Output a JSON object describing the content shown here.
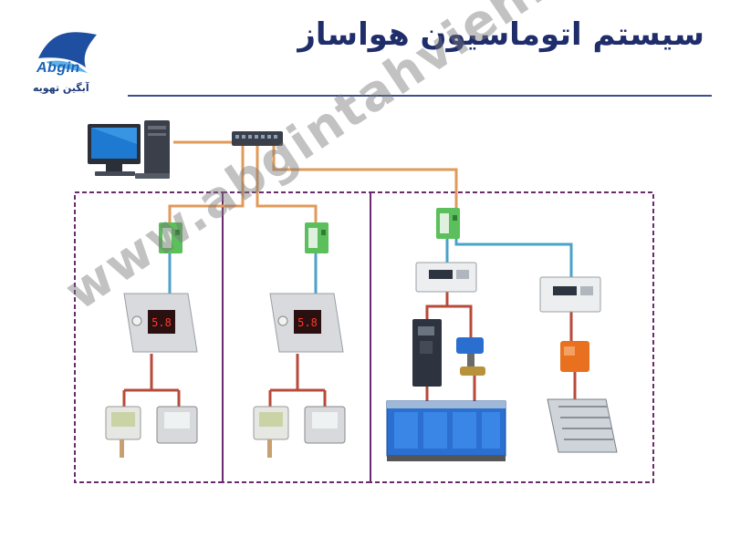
{
  "header": {
    "title": "سیستم اتوماسیون هواساز"
  },
  "logo": {
    "wordmark": "Abgin",
    "subtitle": "آبگین تهویه"
  },
  "watermark": {
    "text": "www.abgintahvieh.com"
  },
  "colors": {
    "title": "#1f2d6b",
    "ethernet_link": "#e09a5a",
    "bus_link": "#4aa3c8",
    "sensor_link": "#b84a3a",
    "zone_border": "#6b2a6e"
  },
  "devices": {
    "pc": "computer-icon",
    "switch": "network-switch-icon",
    "gateways": [
      "din-gateway-icon",
      "din-gateway-icon",
      "din-gateway-icon"
    ],
    "room_panels": [
      "room-controller-icon",
      "room-controller-icon"
    ],
    "panel_readout": "5.8",
    "sensors": [
      "temp-humidity-sensor-icon",
      "temp-humidity-sensor-icon",
      "temp-humidity-sensor-icon",
      "temp-humidity-sensor-icon"
    ],
    "controllers": [
      "plc-controller-icon",
      "plc-controller-icon"
    ],
    "field": [
      "vfd-drive-icon",
      "valve-actuator-icon",
      "air-handling-unit-icon",
      "damper-actuator-icon",
      "damper-icon"
    ]
  }
}
